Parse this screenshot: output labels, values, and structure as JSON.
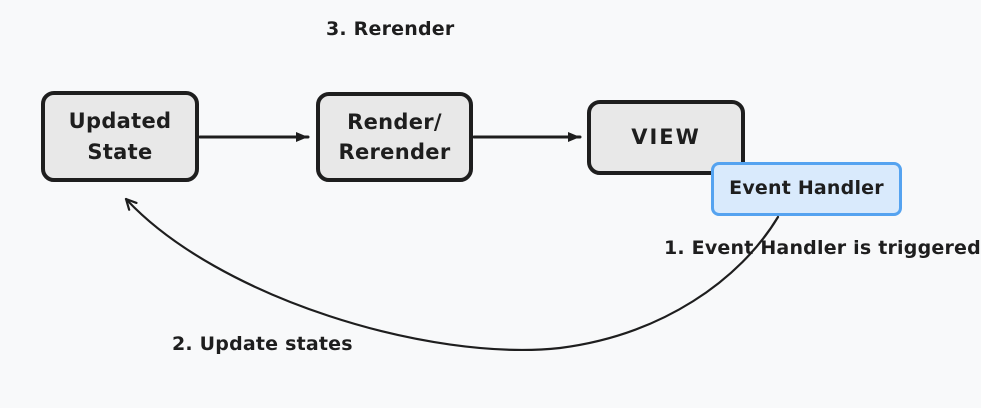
{
  "colors": {
    "background": "#f8f9fa",
    "node_fill": "#e8e8e8",
    "node_border": "#1e1e1e",
    "event_fill": "#d9eafc",
    "event_border": "#55a3f0",
    "ink": "#1e1e1e"
  },
  "nodes": {
    "updated_state": {
      "label": "Updated\nState"
    },
    "render": {
      "label": "Render/\nRerender"
    },
    "view": {
      "label": "VIEW"
    },
    "event_handler": {
      "label": "Event Handler"
    }
  },
  "labels": {
    "step1": "1. Event Handler is triggered",
    "step2": "2. Update states",
    "step3": "3. Rerender"
  },
  "arrows": [
    {
      "from": "updated_state",
      "to": "render",
      "style": "straight"
    },
    {
      "from": "render",
      "to": "view",
      "style": "straight"
    },
    {
      "from": "event_handler",
      "to": "updated_state",
      "style": "curved"
    }
  ]
}
